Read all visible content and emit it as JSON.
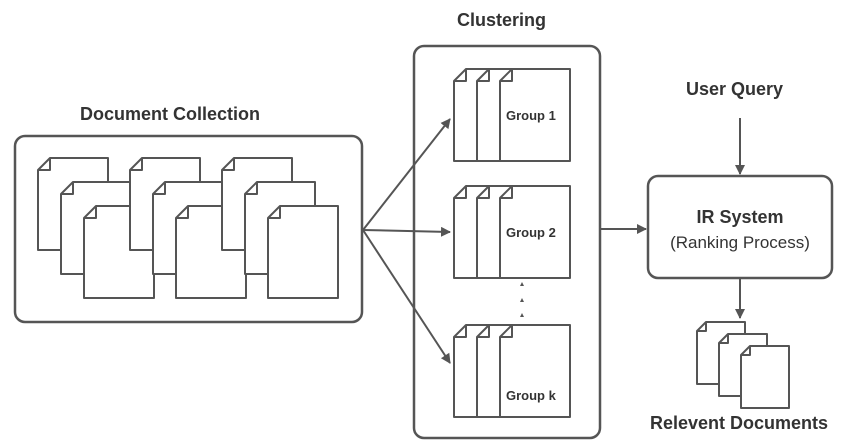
{
  "labels": {
    "document_collection": "Document Collection",
    "clustering": "Clustering",
    "user_query": "User Query",
    "relevant_documents": "Relevent Documents"
  },
  "groups": [
    "Group 1",
    "Group 2",
    "Group k"
  ],
  "ir_system": {
    "title": "IR System",
    "subtitle": "(Ranking Process)"
  },
  "colors": {
    "stroke": "#555555",
    "text": "#333333",
    "background": "#ffffff"
  }
}
